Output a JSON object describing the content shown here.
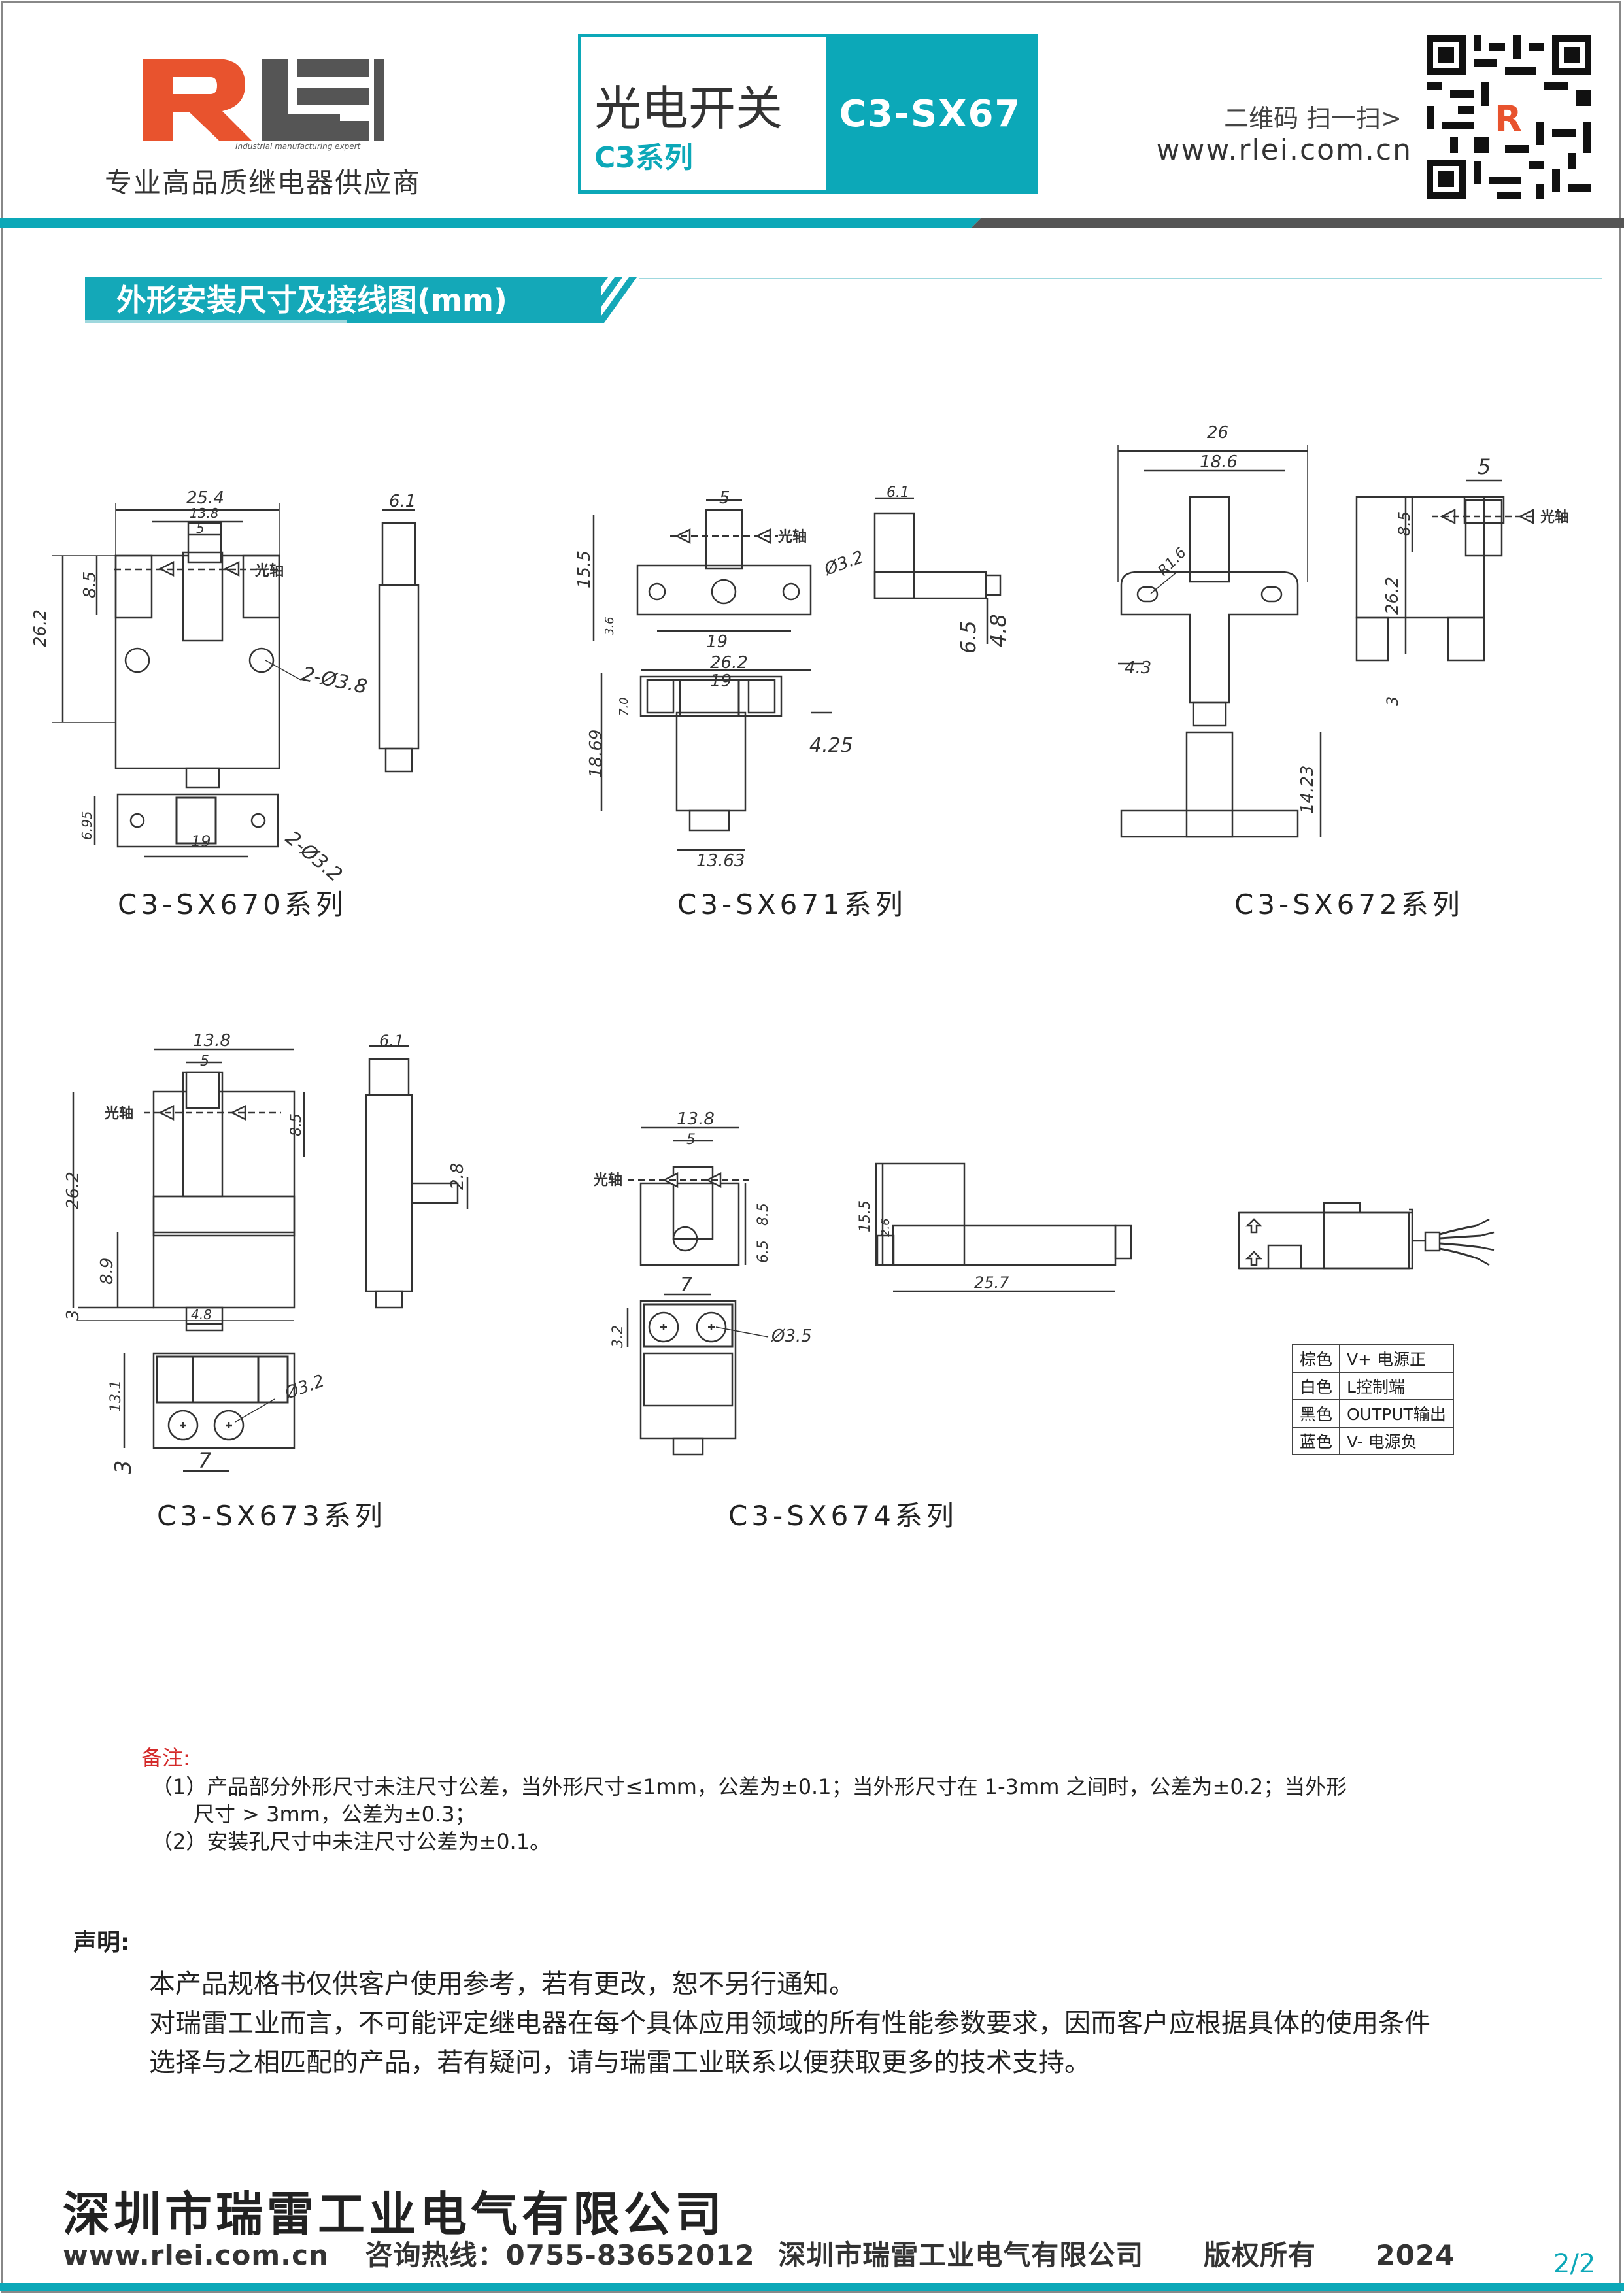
{
  "header": {
    "logo_text": "RLEi",
    "logo_tagline": "Industrial manufacturing expert",
    "slogan": "专业高品质继电器供应商",
    "product_name": "光电开关",
    "series": "C3系列",
    "model": "C3-SX67",
    "qr_label": "二维码 扫一扫>",
    "website": "www.rlei.com.cn"
  },
  "section_title": "外形安装尺寸及接线图(mm)",
  "diagrams": {
    "sx670": {
      "caption": "C3-SX670系列",
      "dims": [
        "25.4",
        "13.8",
        "5",
        "8.5",
        "26.2",
        "2-Ø3.8",
        "6.1",
        "6.95",
        "19",
        "2-Ø3.2"
      ],
      "axis_label": "光轴"
    },
    "sx671": {
      "caption": "C3-SX671系列",
      "dims": [
        "5",
        "15.5",
        "Ø3.2",
        "3.6",
        "19",
        "6.1",
        "6.5",
        "4.8",
        "26.2",
        "19",
        "7.0",
        "18.69",
        "4.25",
        "13.63"
      ],
      "axis_label": "光轴"
    },
    "sx672": {
      "caption": "C3-SX672系列",
      "dims": [
        "26",
        "18.6",
        "R1.6",
        "4.3",
        "5",
        "8.5",
        "26.2",
        "3",
        "14.23"
      ],
      "axis_label": "光轴"
    },
    "sx673": {
      "caption": "C3-SX673系列",
      "dims": [
        "13.8",
        "5",
        "8.5",
        "26.2",
        "8.9",
        "3",
        "4.8",
        "6.1",
        "2.8",
        "13.1",
        "Ø3.2",
        "3",
        "7"
      ],
      "axis_label": "光轴"
    },
    "sx674": {
      "caption": "C3-SX674系列",
      "dims": [
        "13.8",
        "5",
        "8.5",
        "6.5",
        "7",
        "3.2",
        "Ø3.5",
        "15.5",
        "2.6",
        "25.7"
      ],
      "axis_label": "光轴"
    }
  },
  "wiring": [
    {
      "color": "棕色",
      "function": "V+ 电源正"
    },
    {
      "color": "白色",
      "function": "L控制端"
    },
    {
      "color": "黑色",
      "function": "OUTPUT输出"
    },
    {
      "color": "蓝色",
      "function": "V- 电源负"
    }
  ],
  "notes": {
    "heading": "备注:",
    "items": [
      "（1）产品部分外形尺寸未注尺寸公差，当外形尺寸≤1mm，公差为±0.1；当外形尺寸在 1-3mm 之间时，公差为±0.2；当外形",
      "尺寸 > 3mm，公差为±0.3；",
      "（2）安装孔尺寸中未注尺寸公差为±0.1。"
    ]
  },
  "declaration": {
    "heading": "声明:",
    "lines": [
      "本产品规格书仅供客户使用参考，若有更改，恕不另行通知。",
      "对瑞雷工业而言，不可能评定继电器在每个具体应用领域的所有性能参数要求，因而客户应根据具体的使用条件",
      "选择与之相匹配的产品，若有疑问，请与瑞雷工业联系以便获取更多的技术支持。"
    ]
  },
  "footer": {
    "company": "深圳市瑞雷工业电气有限公司",
    "website": "www.rlei.com.cn",
    "hotline": "咨询热线：0755-83652012",
    "company_short": "深圳市瑞雷工业电气有限公司",
    "copyright": "版权所有",
    "year": "2024",
    "page": "2/2"
  },
  "colors": {
    "accent": "#0ca8b8",
    "logo_red": "#e8532e",
    "note_red": "#d42a2a"
  }
}
